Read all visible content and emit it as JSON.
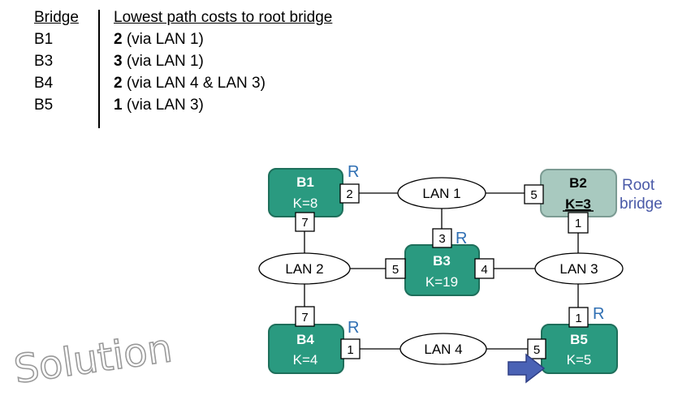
{
  "table": {
    "header_bridge": "Bridge",
    "header_cost": "Lowest path costs to root bridge",
    "rows": [
      {
        "bridge": "B1",
        "cost": "2",
        "via": " (via LAN 1)"
      },
      {
        "bridge": "B3",
        "cost": "3",
        "via": " (via LAN 1)"
      },
      {
        "bridge": "B4",
        "cost": "2",
        "via": " (via LAN 4 & LAN 3)"
      },
      {
        "bridge": "B5",
        "cost": "1",
        "via": " (via LAN 3)"
      }
    ]
  },
  "diagram": {
    "bridges": {
      "b1": {
        "name": "B1",
        "k": "K=8"
      },
      "b2": {
        "name": "B2",
        "k": "K=3"
      },
      "b3": {
        "name": "B3",
        "k": "K=19"
      },
      "b4": {
        "name": "B4",
        "k": "K=4"
      },
      "b5": {
        "name": "B5",
        "k": "K=5"
      }
    },
    "lans": {
      "lan1": "LAN 1",
      "lan2": "LAN 2",
      "lan3": "LAN 3",
      "lan4": "LAN 4"
    },
    "ports": {
      "b1_right": "2",
      "b1_bottom": "7",
      "b2_left": "5",
      "b2_bottom": "1",
      "b3_top": "3",
      "b3_left": "5",
      "b3_right": "4",
      "b4_top": "7",
      "b4_right": "1",
      "b5_top": "1",
      "b5_left": "5"
    },
    "root_port_marker": "R",
    "root_label_line1": "Root",
    "root_label_line2": "bridge"
  },
  "watermark": "Solution",
  "colors": {
    "bridge_fill": "#2a9a80",
    "root_fill": "#a8c9bf",
    "root_port_marker": "#2f6fb3",
    "root_label": "#4a5aa8",
    "arrow": "#4a62b5"
  }
}
